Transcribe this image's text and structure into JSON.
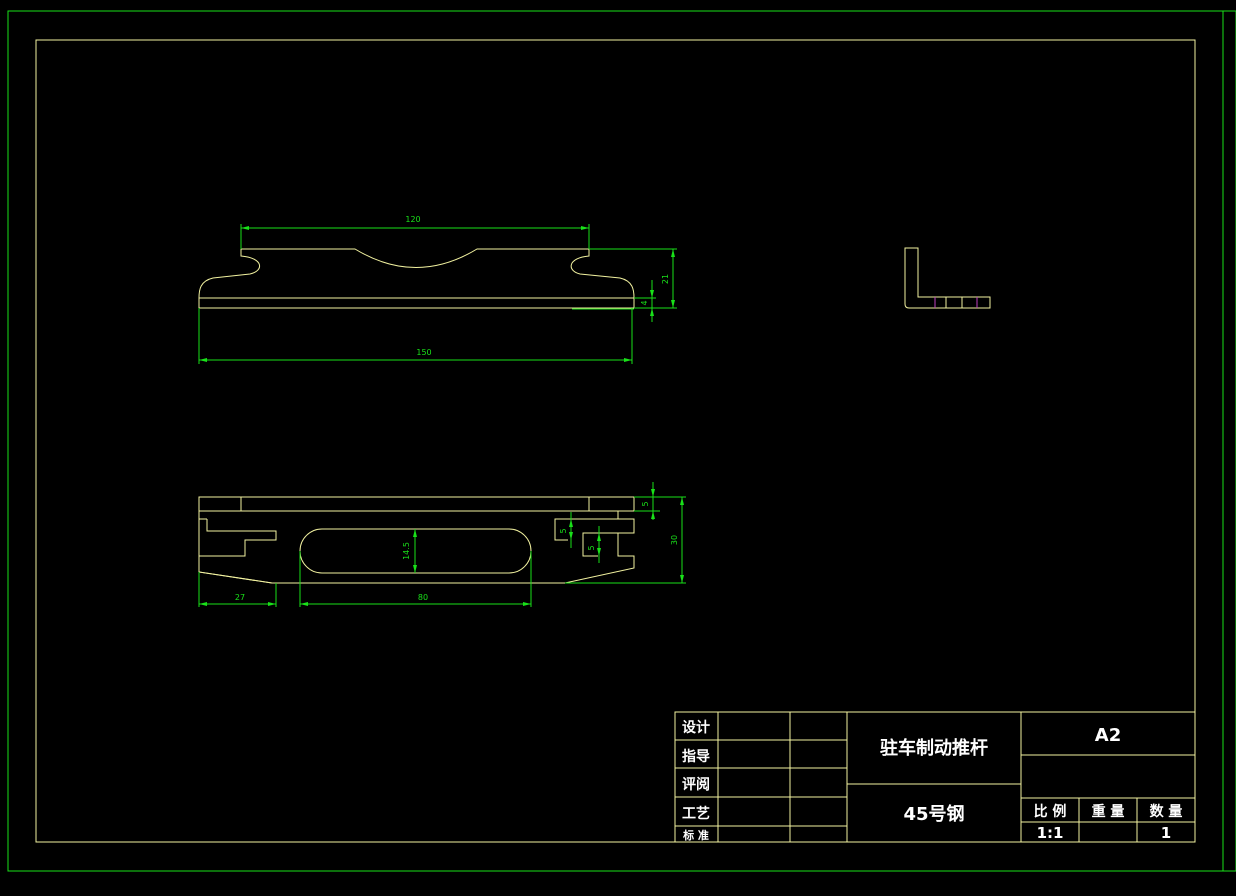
{
  "colors": {
    "background": "#000000",
    "outline": "#f2f2a0",
    "frame": "#19e019",
    "dimension": "#19e019",
    "accent": "#c040c0",
    "text": "#ffffff"
  },
  "views": {
    "front": {
      "dim_width_top": "120",
      "dim_width_bottom": "150",
      "dim_height_total": "21",
      "dim_height_plate": "4"
    },
    "top": {
      "dim_slot_height": "14.5",
      "dim_slot_length": "80",
      "dim_left_offset": "27",
      "dim_top_plate": "5",
      "dim_total_height": "30",
      "dim_notch_1": "5",
      "dim_notch_2": "5"
    }
  },
  "title_block": {
    "row_design": "设计",
    "row_guide": "指导",
    "row_review": "评阅",
    "row_process": "工艺",
    "row_standard": "标 准",
    "part_name": "驻车制动推杆",
    "material": "45号钢",
    "sheet_size": "A2",
    "scale_label": "比 例",
    "weight_label": "重 量",
    "quantity_label": "数 量",
    "scale_value": "1:1",
    "weight_value": "",
    "quantity_value": "1"
  }
}
